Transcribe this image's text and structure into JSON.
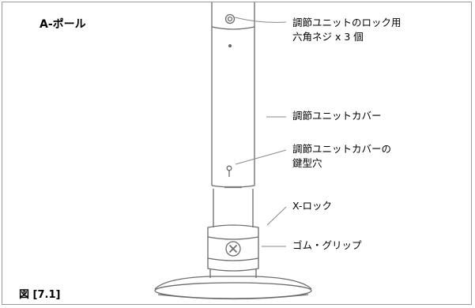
{
  "title": "A-ポール",
  "figure_label": "図 [7.1]",
  "callouts": {
    "lock_screws_line1": "調節ユニットのロック用",
    "lock_screws_line2": "六角ネジ x 3 個",
    "cover": "調節ユニットカバー",
    "keyhole_line1": "調節ユニットカバーの",
    "keyhole_line2": "鍵型穴",
    "xlock": "X-ロック",
    "grip": "ゴム・グリップ"
  },
  "colors": {
    "stroke": "#6b6b6b",
    "leader": "#8a8a8a",
    "text": "#000000"
  }
}
